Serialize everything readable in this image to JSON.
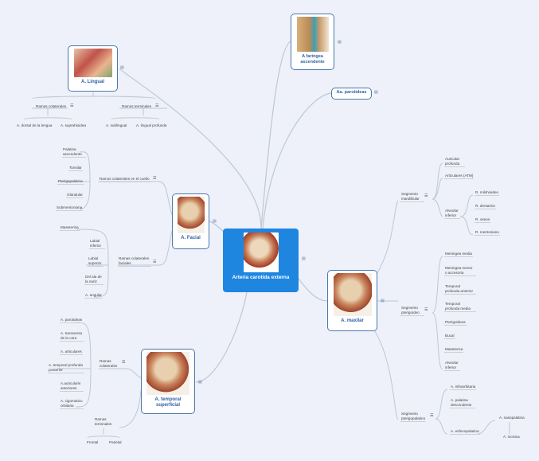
{
  "central": {
    "title": "Arteria carotida externa"
  },
  "branches": {
    "lingual": {
      "title": "A. Lingual",
      "groups": [
        {
          "label": "Ramos colaterales",
          "leaves": [
            "A. dorsal de la lengua",
            "A. suprahioidea"
          ]
        },
        {
          "label": "Ramos terminales",
          "leaves": [
            "A. sublingual",
            "A. lingual profunda"
          ]
        }
      ]
    },
    "faringea": {
      "title": "A faringea ascendente"
    },
    "parotideas": {
      "title": "Aa. parotideas"
    },
    "facial": {
      "title": "A. Facial",
      "groups": [
        {
          "label": "Ramos colaterales en el cuello",
          "leaves": [
            "Palatina ascendente",
            "Tonsilar",
            "Pterigopalatina",
            "Glandular",
            "Submentoniana"
          ]
        },
        {
          "label": "Ramas colaterales faciales",
          "leaves": [
            "Maseterina",
            "Labial inferior",
            "Labial superior",
            "Del ala de la nariz",
            "A. angular"
          ]
        }
      ]
    },
    "temporal": {
      "title": "A. temporal superficial",
      "groups": [
        {
          "label": "Ramas colaterales",
          "leaves": [
            "A. parotideas",
            "A. transversa de la cara",
            "A. articulares",
            "A. temporal profunda posterior",
            "A.auricularis anteriores",
            "A. cigomatico orbitaria"
          ]
        },
        {
          "label": "Ramas terminales",
          "leaves": [
            "Frontal",
            "Parietal"
          ]
        }
      ]
    },
    "maxilar": {
      "title": "A. maxilar",
      "groups": [
        {
          "label": "Segmento mandibular",
          "leaves": [
            "Auricular profunda",
            "Articulares (ATM)",
            "Alveolar inferior"
          ],
          "sub": [
            "R. milohioideo",
            "R. dentarios",
            "R. oseos",
            "R. mentoniano"
          ]
        },
        {
          "label": "Segmento pterigoideo",
          "leaves": [
            "Meningea media",
            "Meningea menor o accesoria",
            "Temporal profunda anterior",
            "Temporal profunda media",
            "Pterigoideos",
            "Bucal",
            "Maseterica",
            "Alveolar inferior"
          ]
        },
        {
          "label": "Segmento pterigopalatino",
          "leaves": [
            "A. infraorbitaria",
            "A. palatina descendente",
            "A. esfenopalatina"
          ],
          "sub": [
            "A. nasopalatina",
            "A. incisiva"
          ]
        }
      ]
    }
  },
  "icons": {
    "note": "note-icon",
    "menu": "menu-icon"
  },
  "colors": {
    "accent": "#1f86e0",
    "border": "#4a79b0",
    "background": "#eef1f9"
  }
}
